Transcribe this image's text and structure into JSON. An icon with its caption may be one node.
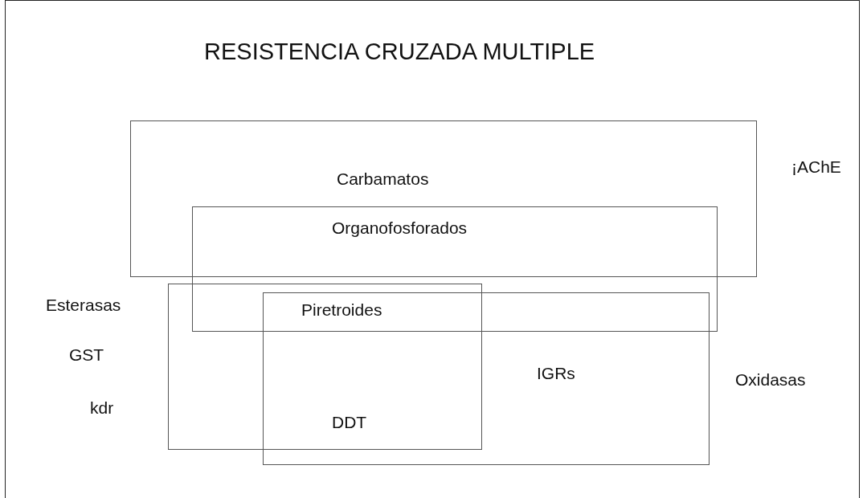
{
  "diagram": {
    "title": "RESISTENCIA CRUZADA MULTIPLE",
    "nodes": [
      {
        "text": [
          "Carbamatos"
        ]
      },
      {
        "text": [
          "Organofosforados"
        ]
      },
      {
        "text": [
          "Piretroides",
          "DDT"
        ]
      },
      {
        "text": [
          "IGRs"
        ]
      }
    ],
    "labels": [
      "¡AChE",
      "Esterasas",
      "GST",
      "kdr",
      "Oxidasas"
    ]
  }
}
